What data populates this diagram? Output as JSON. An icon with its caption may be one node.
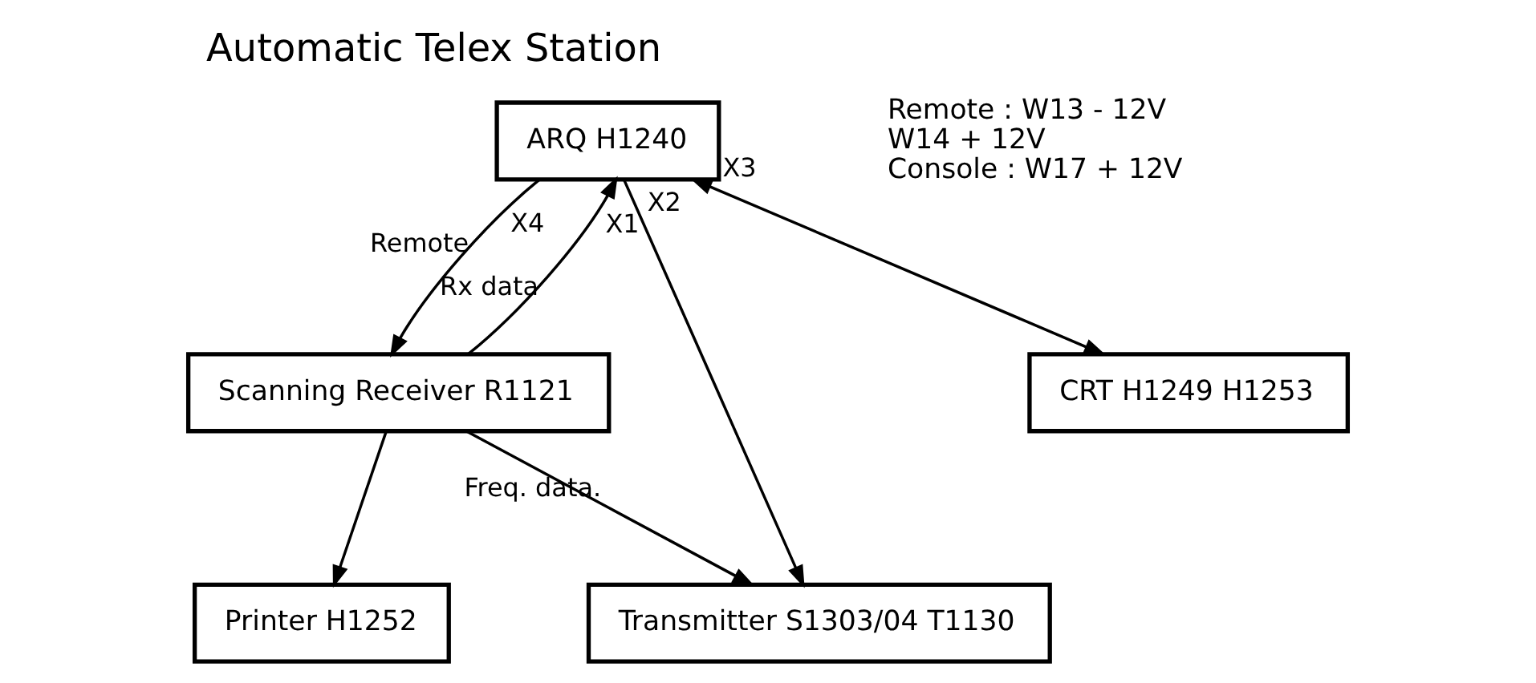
{
  "diagram": {
    "title": "Automatic Telex Station",
    "nodes": [
      {
        "text": [
          "ARQ H1240"
        ]
      },
      {
        "text": [
          "Scanning Receiver R1121"
        ]
      },
      {
        "text": [
          "CRT H1249 H1253"
        ]
      },
      {
        "text": [
          "Printer H1252"
        ]
      },
      {
        "text": [
          "Transmitter S1303/04 T1130"
        ]
      }
    ],
    "edges": [
      {
        "from": 0,
        "to": 1,
        "arrow": "to",
        "label": "Remote"
      },
      {
        "from": 1,
        "to": 0,
        "arrow": "to",
        "label": "Rx data"
      },
      {
        "from": 0,
        "to": 4,
        "arrow": "to"
      },
      {
        "from": 2,
        "to": 0,
        "arrow": "both"
      },
      {
        "from": 1,
        "to": 3,
        "arrow": "to"
      },
      {
        "from": 1,
        "to": 4,
        "arrow": "to",
        "label": "Freq. data."
      }
    ],
    "labels": [
      "Remote : W13 - 12V",
      "W14 + 12V",
      "Console : W17 + 12V",
      "X4",
      "X1",
      "X2",
      "X3"
    ]
  }
}
